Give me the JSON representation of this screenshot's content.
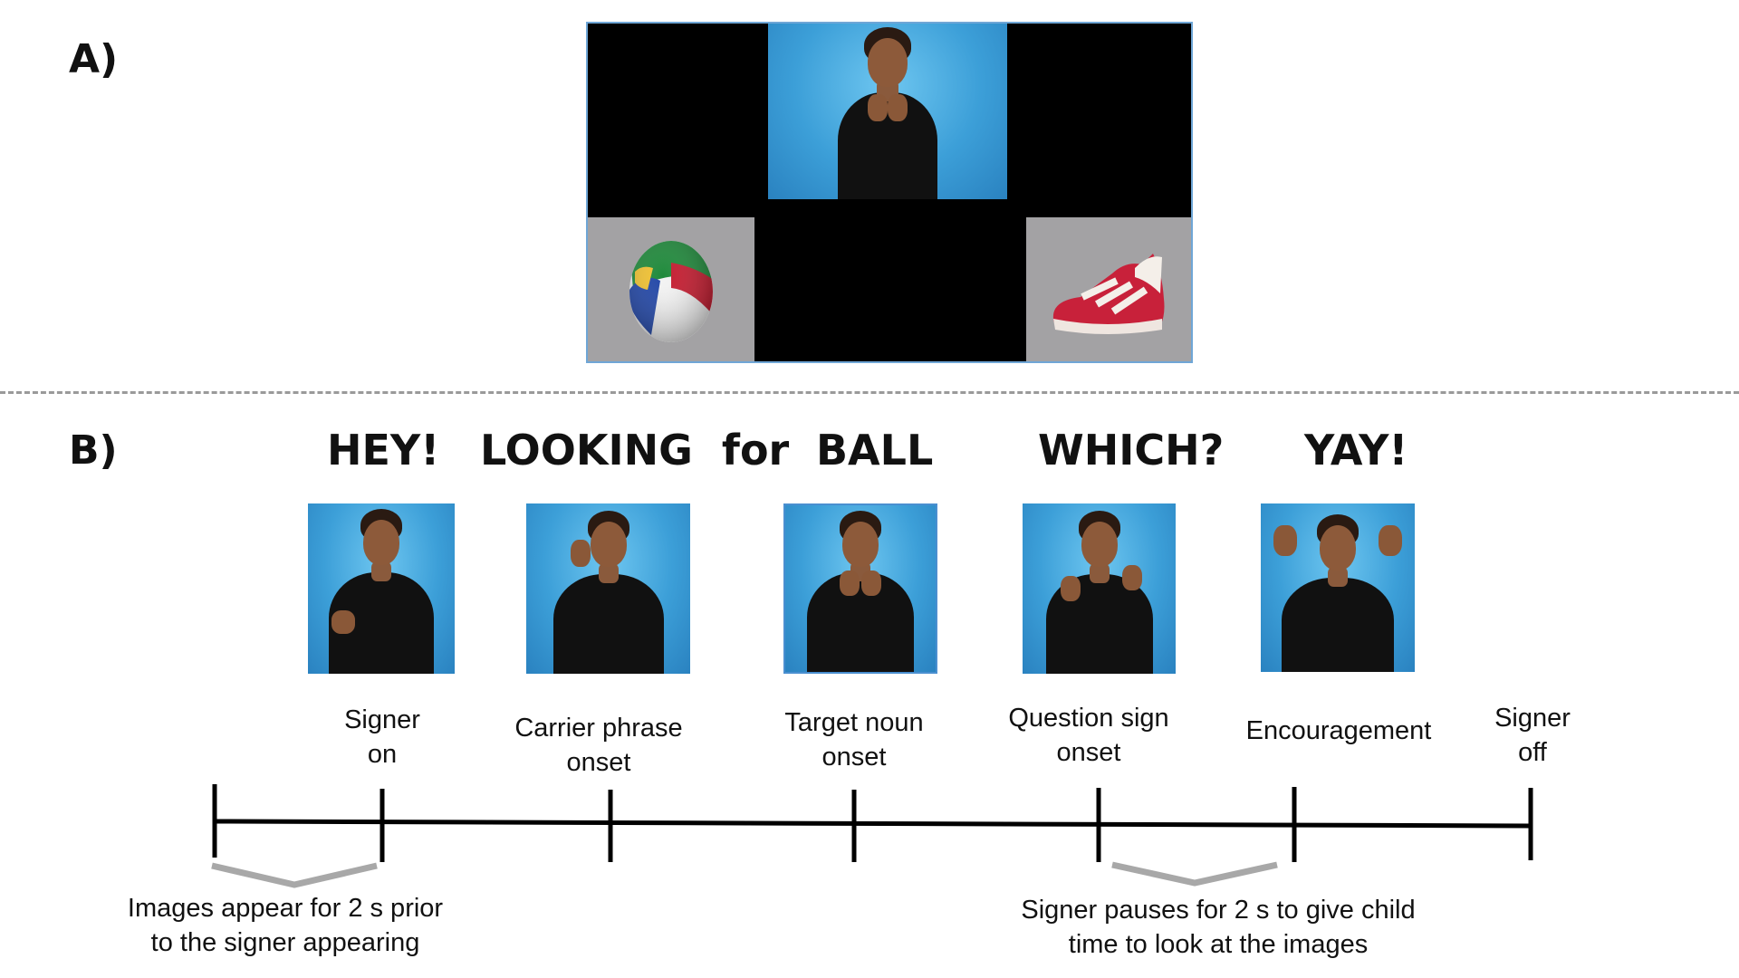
{
  "panels": {
    "a_label": "A)",
    "b_label": "B)"
  },
  "screen": {
    "left_image": "ball",
    "right_image": "shoe",
    "signer": "signer"
  },
  "sign_words": [
    "HEY!",
    "LOOKING  for",
    "BALL",
    "WHICH?",
    "YAY!"
  ],
  "events": [
    {
      "label": "Signer\non",
      "has_thumbnail": true
    },
    {
      "label": "Carrier phrase\nonset",
      "has_thumbnail": true
    },
    {
      "label": "Target noun\nonset",
      "has_thumbnail": true
    },
    {
      "label": "Question sign\nonset",
      "has_thumbnail": true
    },
    {
      "label": "Encouragement",
      "has_thumbnail": true
    },
    {
      "label": "Signer\noff",
      "has_thumbnail": false
    }
  ],
  "notes": {
    "images_appear": "Images appear for 2 s prior\nto the signer appearing",
    "signer_pauses": "Signer pauses for 2 s to give child\ntime to look at the images"
  },
  "colors": {
    "background_blue": "#3c9fd8",
    "gray_box": "#a3a2a4",
    "bracket_gray": "#a8a8a8",
    "divider": "#9a9a9a"
  }
}
